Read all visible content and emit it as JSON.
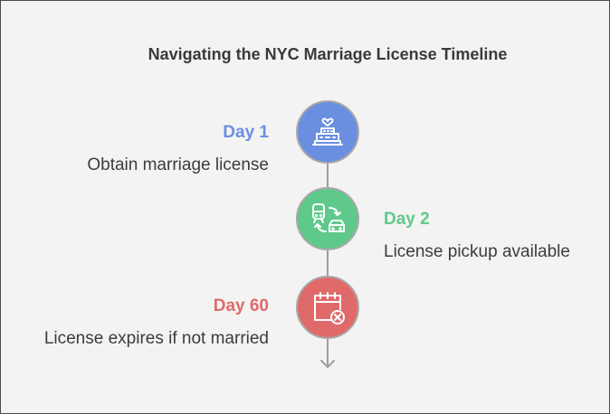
{
  "title": "Navigating the NYC Marriage License Timeline",
  "colors": {
    "step1": "#6b8fe0",
    "step2": "#5ec98a",
    "step3": "#e06a6a",
    "connector": "#9e9e9e"
  },
  "steps": [
    {
      "day": "Day 1",
      "description": "Obtain marriage license",
      "icon": "wedding-cake-icon",
      "side": "left"
    },
    {
      "day": "Day 2",
      "description": "License pickup available",
      "icon": "transport-icon",
      "side": "right"
    },
    {
      "day": "Day 60",
      "description": "License expires if not married",
      "icon": "calendar-x-icon",
      "side": "left"
    }
  ]
}
